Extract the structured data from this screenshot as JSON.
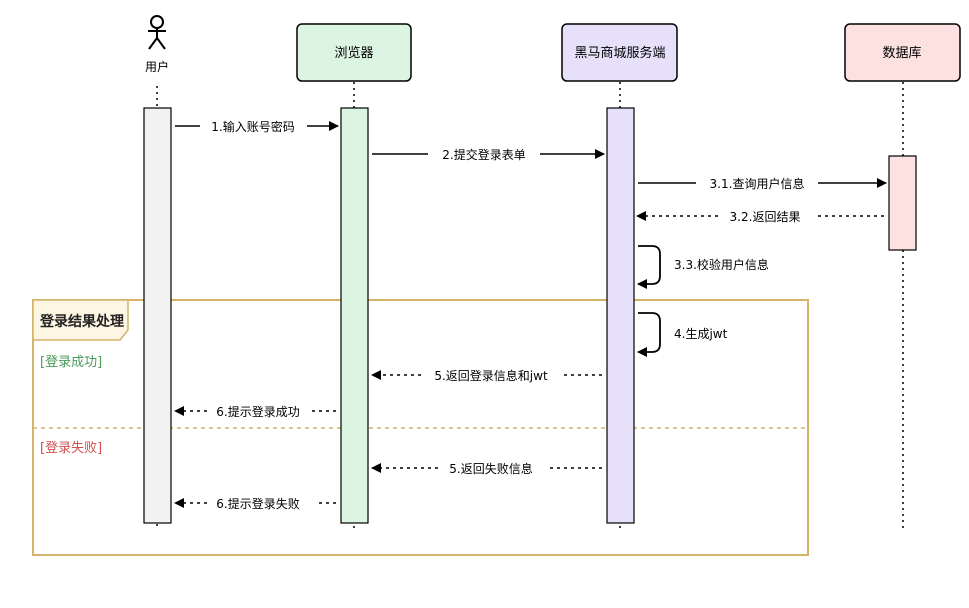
{
  "participants": [
    {
      "id": "user",
      "label": "用户",
      "kind": "actor"
    },
    {
      "id": "browser",
      "label": "浏览器",
      "kind": "box",
      "fill": "#dcf5e2"
    },
    {
      "id": "server",
      "label": "黑马商城服务端",
      "kind": "box",
      "fill": "#e6e0fb"
    },
    {
      "id": "db",
      "label": "数据库",
      "kind": "box",
      "fill": "#fde0e0"
    }
  ],
  "messages": [
    {
      "label": "1.输入账号密码",
      "from": "user",
      "to": "browser",
      "style": "solid"
    },
    {
      "label": "2.提交登录表单",
      "from": "browser",
      "to": "server",
      "style": "solid"
    },
    {
      "label": "3.1.查询用户信息",
      "from": "server",
      "to": "db",
      "style": "solid"
    },
    {
      "label": "3.2.返回结果",
      "from": "db",
      "to": "server",
      "style": "dashed"
    },
    {
      "label": "3.3.校验用户信息",
      "from": "server",
      "to": "server",
      "style": "self"
    },
    {
      "label": "4.生成jwt",
      "from": "server",
      "to": "server",
      "style": "self"
    },
    {
      "label": "5.返回登录信息和jwt",
      "from": "server",
      "to": "browser",
      "style": "dashed"
    },
    {
      "label": "6.提示登录成功",
      "from": "browser",
      "to": "user",
      "style": "dashed"
    },
    {
      "label": "5.返回失败信息",
      "from": "server",
      "to": "browser",
      "style": "dashed"
    },
    {
      "label": "6.提示登录失败",
      "from": "browser",
      "to": "user",
      "style": "dashed"
    }
  ],
  "fragment": {
    "title": "登录结果处理",
    "conditions": [
      {
        "label": "[登录成功]",
        "color": "#4a9a5a"
      },
      {
        "label": "[登录失败]",
        "color": "#d05050"
      }
    ],
    "border_color": "#d4b46a"
  },
  "colors": {
    "lifeline": "#000000",
    "user_activation": "#f2f2f2",
    "browser_activation": "#dcf5e2",
    "server_activation": "#e6e0fb",
    "db_activation": "#fde0e0"
  }
}
